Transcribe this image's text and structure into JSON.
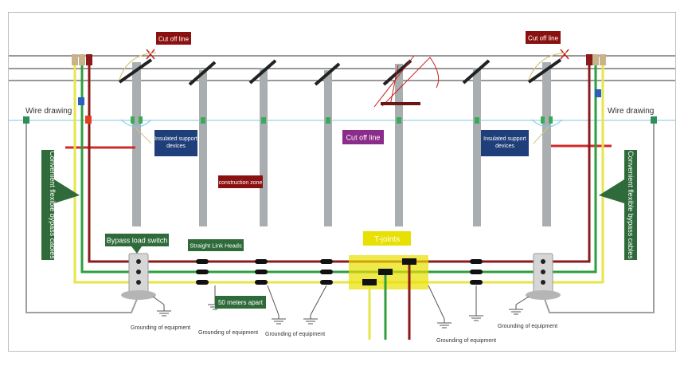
{
  "labels": {
    "cut_off_left": "Cut off line",
    "cut_off_right": "Cut off line",
    "cut_off_center": "Cut off line",
    "wire_drawing_left": "Wire drawing",
    "wire_drawing_right": "Wire drawing",
    "insulated_left_1": "Insulated support",
    "insulated_left_2": "devices",
    "insulated_right_1": "Insulated support",
    "insulated_right_2": "devices",
    "construction_zone": "construction zone",
    "bypass_cables_left": "Convenient flexible bypass cables",
    "bypass_cables_right": "Convenient flexible bypass cables",
    "bypass_switch": "Bypass load switch",
    "straight_link": "Straight Link Heads",
    "t_joints": "T-joints",
    "meters_apart": "50 meters apart",
    "grounding_1": "Grounding of equipment",
    "grounding_2": "Grounding of equipment",
    "grounding_3": "Grounding of equipment",
    "grounding_4": "Grounding of equipment",
    "grounding_5": "Grounding of equipment"
  },
  "colors": {
    "frame": "#bfbfbf",
    "overhead_line": "#333333",
    "wire_drawing": "#7ec8e3",
    "pole": "#a9aeb0",
    "bypass_red": "#8b1a1a",
    "bypass_green": "#2e9e3e",
    "bypass_yellow": "#e6e64a",
    "label_dark_red": "#8b1010",
    "label_navy": "#1f3f7a",
    "label_purple": "#8b2c8b",
    "label_green": "#2f6b3a",
    "highlight": "#e8e000"
  }
}
